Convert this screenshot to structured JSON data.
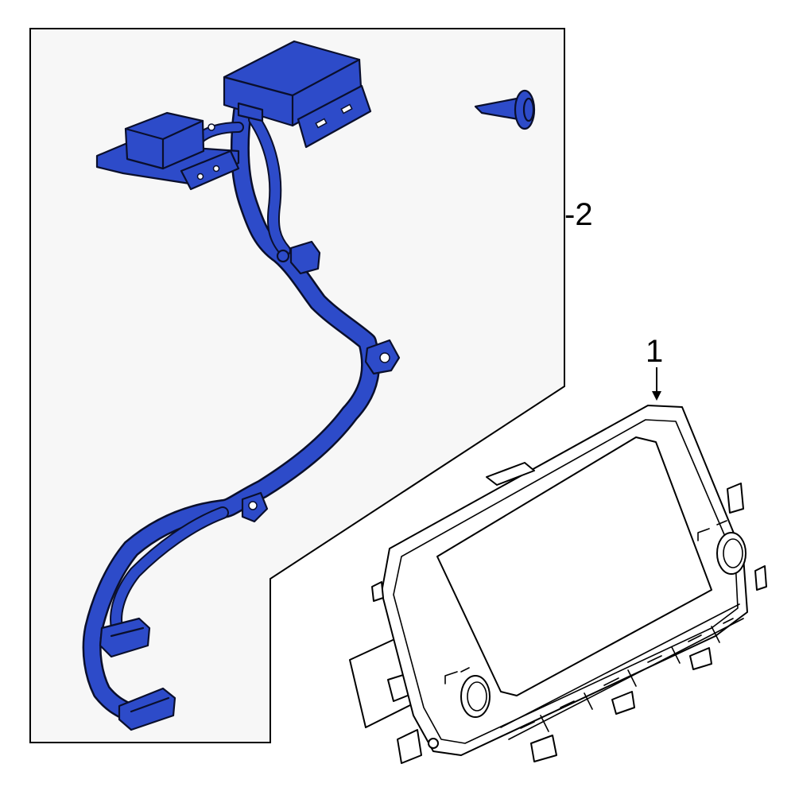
{
  "diagram": {
    "callouts": [
      {
        "id": "1",
        "label": "1"
      },
      {
        "id": "2",
        "label": "-2"
      }
    ],
    "colors": {
      "highlight_part": "#2d4bc9",
      "outline": "#000000",
      "panel_fill": "#f7f7f7",
      "background": "#ffffff"
    },
    "parts": [
      {
        "icon": "wiring-harness-icon"
      },
      {
        "icon": "screw-icon"
      },
      {
        "icon": "display-unit-icon"
      }
    ]
  }
}
